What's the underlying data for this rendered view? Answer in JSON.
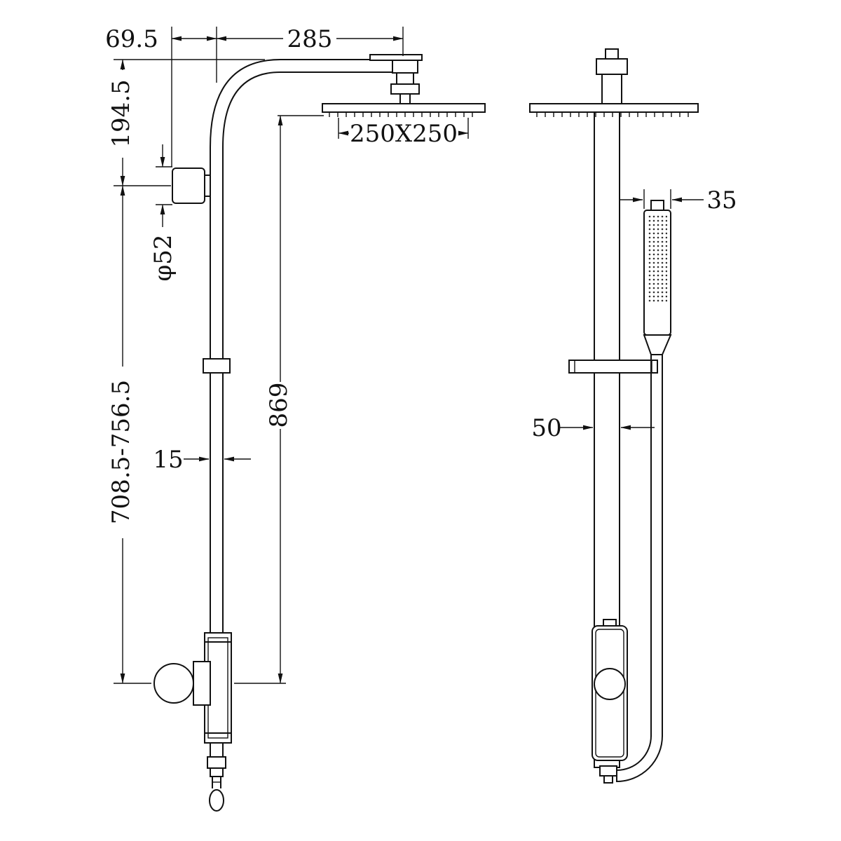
{
  "colors": {
    "line": "#111111",
    "background": "#ffffff",
    "text": "#111111"
  },
  "drawing": {
    "dimensions": {
      "wall_offset": "69.5",
      "arm_length": "285",
      "top_to_bracket": "194.5",
      "head_size": "250X250",
      "flange_diameter": "φ52",
      "head_to_outlet_height": "869",
      "bracket_to_outlet_range": "708.5-756.5",
      "rail_width": "15",
      "hand_shower_width": "35",
      "rail_depth": "50"
    }
  }
}
